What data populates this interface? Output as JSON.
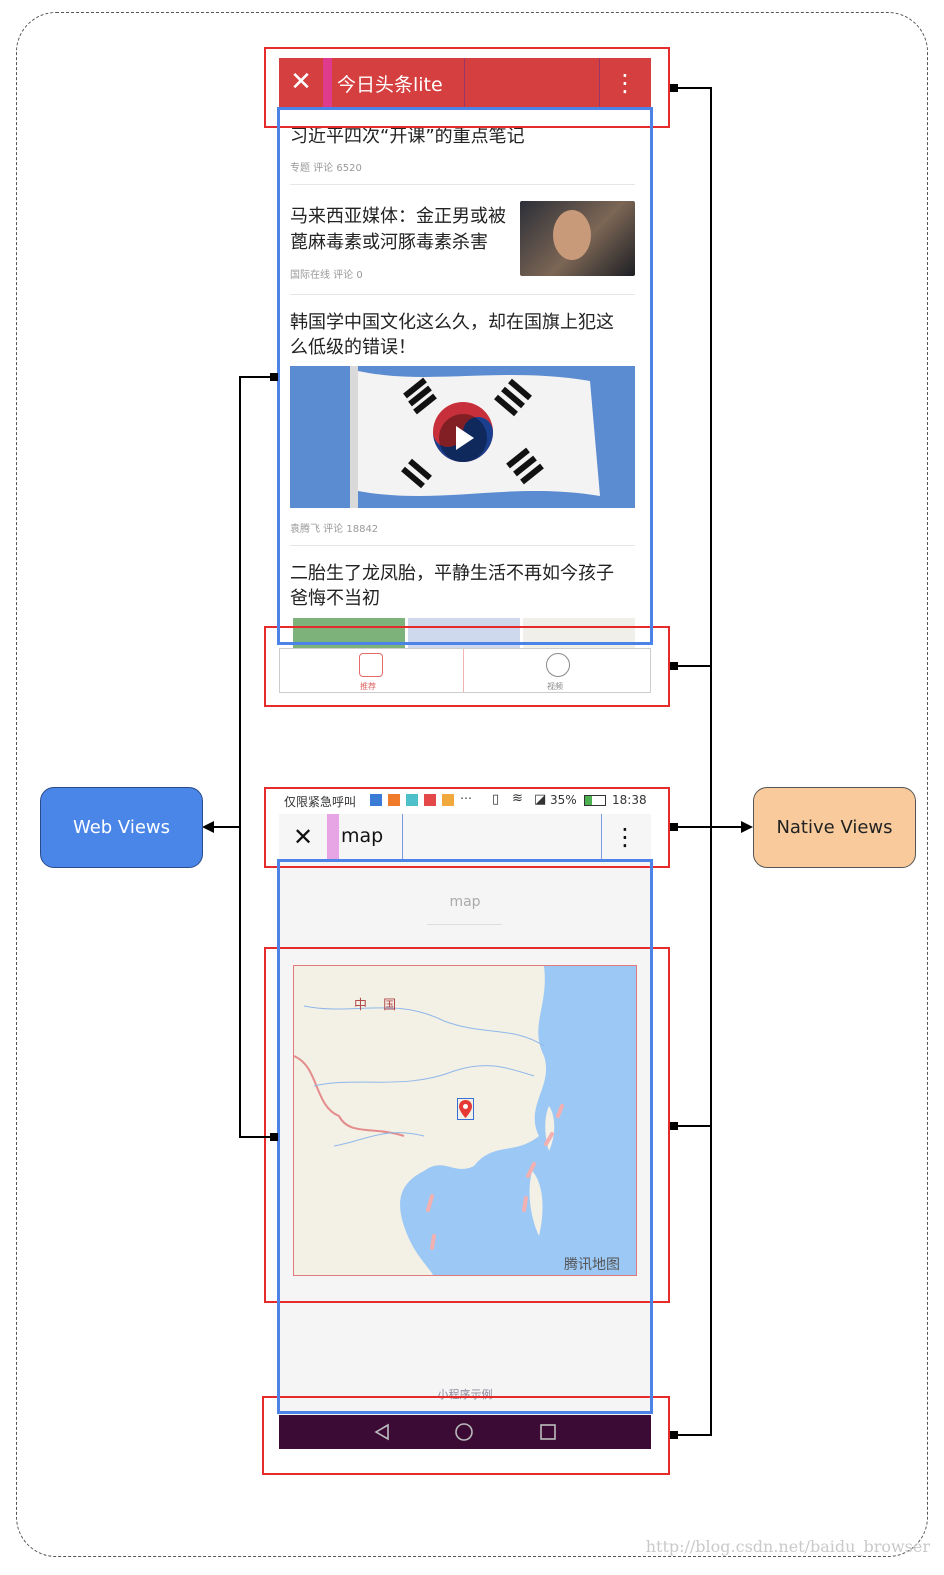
{
  "top_phone": {
    "app_title": "今日头条lite",
    "feed": [
      {
        "title": "习近平四次“开课”的重点笔记",
        "meta": "专题 评论 6520"
      },
      {
        "title_line1": "马来西亚媒体：金正男或被",
        "title_line2": "蓖麻毒素或河豚毒素杀害",
        "meta": "国际在线 评论 0"
      },
      {
        "title_line1": "韩国学中国文化这么久，却在国旗上犯这",
        "title_line2": "么低级的错误！",
        "meta": "袁腾飞 评论 18842"
      },
      {
        "title_line1": "二胎生了龙凤胎，平静生活不再如今孩子",
        "title_line2": "爸悔不当初"
      }
    ],
    "tabs": [
      "推荐",
      "视频"
    ]
  },
  "bottom_phone": {
    "status_left": "仅限紧急呼叫",
    "battery": "35%",
    "time": "18:38",
    "page_title": "map",
    "heading": "map",
    "map_label_china": "中 国",
    "map_credit": "腾讯地图",
    "footer": "小程序示例"
  },
  "labels": {
    "web_views": "Web Views",
    "native_views": "Native Views"
  },
  "watermark": "http://blog.csdn.net/baidu_browser",
  "colors": {
    "toolbar_red": "#d53f3f",
    "web_views_blue": "#4a86e8",
    "native_views_orange": "#f9cb9c",
    "highlight_red": "#e62b2b",
    "highlight_blue": "#4b83e6",
    "system_nav": "#3b0a35"
  }
}
